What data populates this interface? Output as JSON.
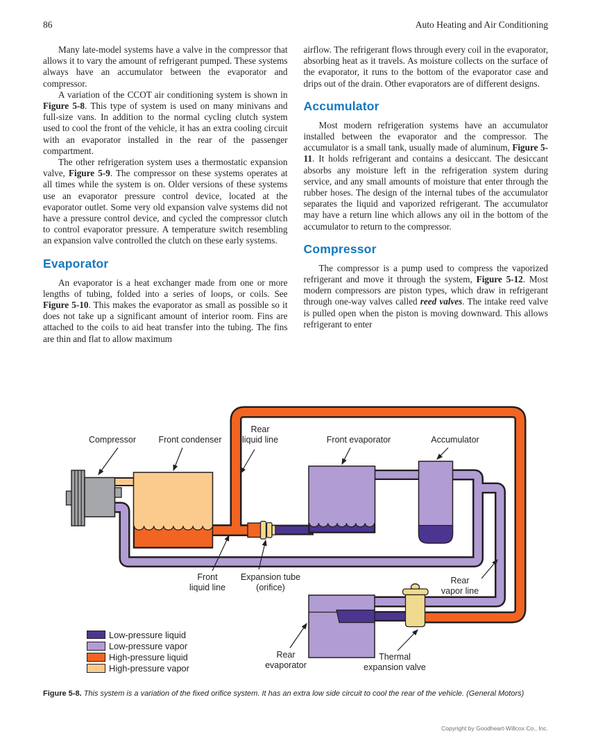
{
  "header": {
    "page_number": "86",
    "running_title": "Auto Heating and Air Conditioning"
  },
  "article": {
    "left_column": [
      {
        "type": "paragraph",
        "segments": [
          {
            "text": "Many late-model systems have a valve in the compressor that allows it to vary the amount of refrigerant pumped. These systems always have an accumulator between the evaporator and compressor."
          }
        ]
      },
      {
        "type": "paragraph",
        "segments": [
          {
            "text": "A variation of the CCOT air conditioning system is shown in "
          },
          {
            "text": "Figure 5-8",
            "bold": true
          },
          {
            "text": ". This type of system is used on many minivans and full-size vans. In addition to the normal cycling clutch system used to cool the front of the vehicle, it has an extra cooling circuit with an evaporator installed in the rear of the passenger compartment."
          }
        ]
      },
      {
        "type": "paragraph",
        "segments": [
          {
            "text": "The other refrigeration system uses a thermostatic expansion valve, "
          },
          {
            "text": "Figure 5-9",
            "bold": true
          },
          {
            "text": ". The compressor on these systems operates at all times while the system is on. Older versions of these systems use an evaporator pressure control device, located at the evaporator outlet. Some very old expansion valve systems did not have a pressure control device, and cycled the compressor clutch to control evaporator pressure. A temperature switch resembling an expansion valve controlled the clutch on these early systems."
          }
        ]
      },
      {
        "type": "heading",
        "text": "Evaporator"
      },
      {
        "type": "paragraph",
        "segments": [
          {
            "text": "An evaporator is a heat exchanger made from one or more lengths of tubing, folded into a series of loops, or coils. See "
          },
          {
            "text": "Figure 5-10",
            "bold": true
          },
          {
            "text": ". This makes the evaporator as small as possible so it does not take up a significant amount of interior room. Fins are attached to the coils to aid heat transfer into the tubing. The fins are thin and flat to allow maximum"
          }
        ]
      }
    ],
    "right_column": [
      {
        "type": "paragraph",
        "noindent": true,
        "segments": [
          {
            "text": "airflow. The refrigerant flows through every coil in the evaporator, absorbing heat as it travels. As moisture collects on the surface of the evaporator, it runs to the bottom of the evaporator case and drips out of the drain. Other evaporators are of different designs."
          }
        ]
      },
      {
        "type": "heading",
        "text": "Accumulator"
      },
      {
        "type": "paragraph",
        "segments": [
          {
            "text": "Most modern refrigeration systems have an accumulator installed between the evaporator and the compressor. The accumulator is a small tank, usually made of aluminum, "
          },
          {
            "text": "Figure 5-11",
            "bold": true
          },
          {
            "text": ". It holds refrigerant and contains a desiccant. The desiccant absorbs any moisture left in the refrigeration system during service, and any small amounts of moisture that enter through the rubber hoses. The design of the internal tubes of the accumulator separates the liquid and vaporized refrigerant. The accumulator may have a return line which allows any oil in the bottom of the accumulator to return to the compressor."
          }
        ]
      },
      {
        "type": "heading",
        "text": "Compressor"
      },
      {
        "type": "paragraph",
        "segments": [
          {
            "text": "The compressor is a pump used to compress the vaporized refrigerant and move it through the system, "
          },
          {
            "text": "Figure 5-12",
            "bold": true
          },
          {
            "text": ". Most modern compressors are piston types, which draw in refrigerant through one-way valves called "
          },
          {
            "text": "reed valves",
            "bold": true,
            "italic": true
          },
          {
            "text": ". The intake reed valve is pulled open when the piston is moving downward. This allows refrigerant to enter"
          }
        ]
      }
    ]
  },
  "figure": {
    "labels": {
      "compressor": "Compressor",
      "front_condenser": "Front condenser",
      "rear_liquid_line": "Rear\nliquid line",
      "front_evaporator": "Front evaporator",
      "accumulator": "Accumulator",
      "front_liquid_line": "Front\nliquid line",
      "expansion_tube": "Expansion tube\n(orifice)",
      "rear_vapor_line": "Rear\nvapor line",
      "rear_evaporator": "Rear\nevaporator",
      "thermal_expansion_valve": "Thermal\nexpansion valve"
    },
    "legend": [
      {
        "label": "Low-pressure liquid",
        "color": "#4B3591"
      },
      {
        "label": "Low-pressure vapor",
        "color": "#B19CD4"
      },
      {
        "label": "High-pressure liquid",
        "color": "#F26422"
      },
      {
        "label": "High-pressure vapor",
        "color": "#FBCB8E"
      }
    ],
    "caption": {
      "figure_number": "Figure 5-8.",
      "text": "This system is a variation of the fixed orifice system. It has an extra low side circuit to cool the rear of the vehicle. (General Motors)"
    }
  },
  "footer": {
    "copyright": "Copyright by Goodheart-Willcox Co., Inc."
  },
  "colors": {
    "heading_blue": "#1478BE",
    "high_pressure_liquid": "#F26422",
    "high_pressure_vapor": "#FBCB8E",
    "low_pressure_vapor": "#B19CD4",
    "low_pressure_liquid": "#4B3591",
    "valve_yellow": "#F1DA90",
    "compressor_gray": "#A5A7AA",
    "outline": "#231F20"
  }
}
